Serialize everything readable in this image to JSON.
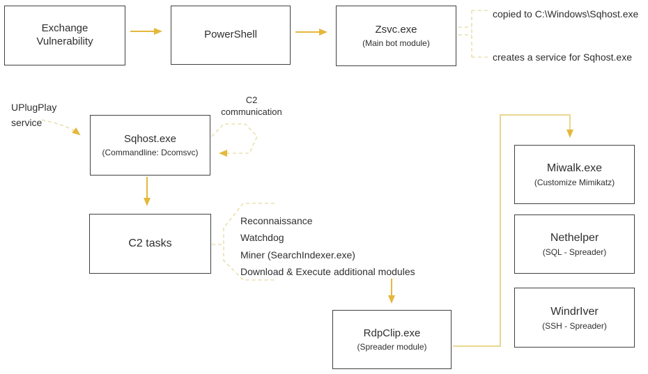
{
  "colors": {
    "arrow": "#E5B83C",
    "dashed": "#EAE0B0",
    "connector": "#EAD78F",
    "border": "#3f3f3f",
    "text": "#2e2e2e"
  },
  "nodes": {
    "exchange": {
      "title": "Exchange\nVulnerability"
    },
    "powershell": {
      "title": "PowerShell"
    },
    "zsvc": {
      "title": "Zsvc.exe",
      "subtitle": "(Main bot module)"
    },
    "sqhost": {
      "title": "Sqhost.exe",
      "subtitle": "(Commandline: Dcomsvc)"
    },
    "c2tasks": {
      "title": "C2 tasks"
    },
    "rdpclip": {
      "title": "RdpClip.exe",
      "subtitle": "(Spreader module)"
    },
    "miwalk": {
      "title": "Miwalk.exe",
      "subtitle": "(Customize Mimikatz)"
    },
    "nethelper": {
      "title": "Nethelper",
      "subtitle": "(SQL - Spreader)"
    },
    "windriver": {
      "title": "WindrIver",
      "subtitle": "(SSH - Spreader)"
    }
  },
  "annotations": {
    "uplugplay": "UPlugPlay\nservice",
    "c2comm": "C2\ncommunication",
    "copied": "copied to C:\\Windows\\Sqhost.exe",
    "creates": "creates a service for Sqhost.exe",
    "tasks": [
      "Reconnaissance",
      "Watchdog",
      "Miner (SearchIndexer.exe)",
      "Download & Execute additional modules"
    ]
  }
}
